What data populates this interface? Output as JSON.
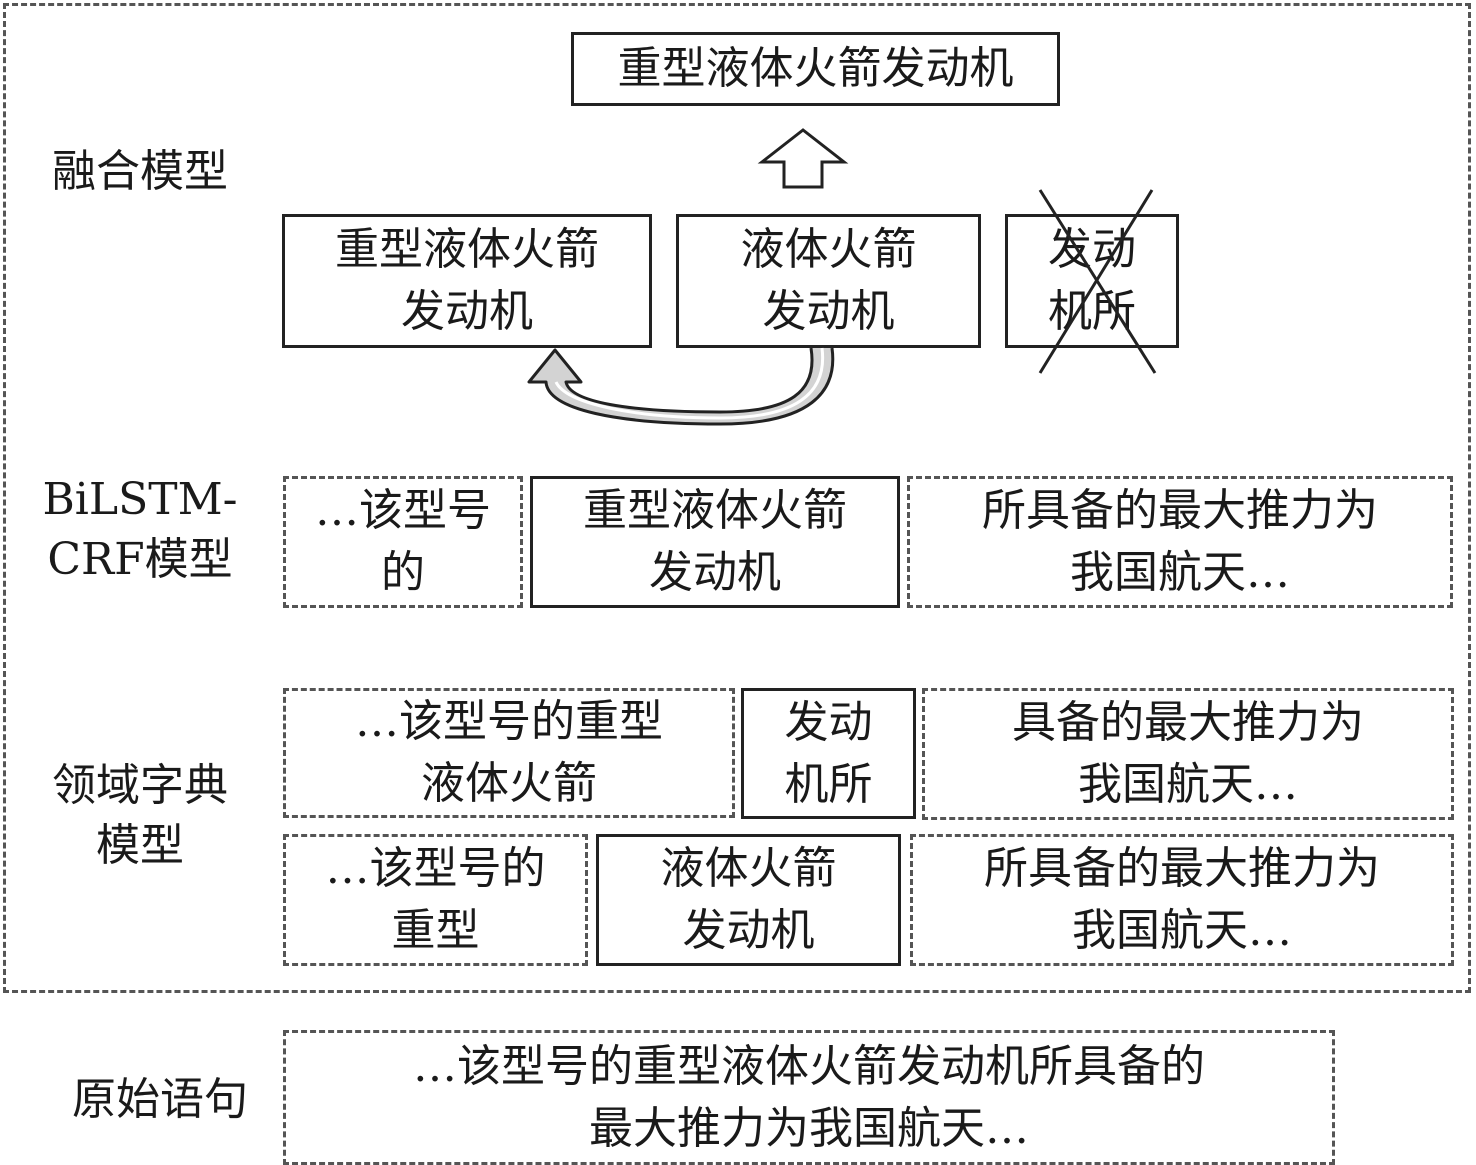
{
  "sections": {
    "fusion": {
      "label": "融合模型",
      "output": "重型液体火箭发动机",
      "candidates": [
        {
          "line1": "重型液体火箭",
          "line2": "发动机",
          "status": "kept"
        },
        {
          "line1": "液体火箭",
          "line2": "发动机",
          "status": "merged"
        },
        {
          "line1": "发动",
          "line2": "机所",
          "status": "rejected"
        }
      ]
    },
    "bilstm": {
      "label_line1": "BiLSTM-",
      "label_line2": "CRF模型",
      "segments": [
        {
          "line1": "…该型号",
          "line2": "的",
          "entity": false
        },
        {
          "line1": "重型液体火箭",
          "line2": "发动机",
          "entity": true
        },
        {
          "line1": "所具备的最大推力为",
          "line2": "我国航天…",
          "entity": false
        }
      ]
    },
    "dictionary": {
      "label_line1": "领域字典",
      "label_line2": "模型",
      "row1": [
        {
          "line1": "…该型号的重型",
          "line2": "液体火箭",
          "entity": false
        },
        {
          "line1": "发动",
          "line2": "机所",
          "entity": true
        },
        {
          "line1": "具备的最大推力为",
          "line2": "我国航天…",
          "entity": false
        }
      ],
      "row2": [
        {
          "line1": "…该型号的",
          "line2": "重型",
          "entity": false
        },
        {
          "line1": "液体火箭",
          "line2": "发动机",
          "entity": true
        },
        {
          "line1": "所具备的最大推力为",
          "line2": "我国航天…",
          "entity": false
        }
      ]
    },
    "original": {
      "label": "原始语句",
      "line1": "…该型号的重型液体火箭发动机所具备的",
      "line2": "最大推力为我国航天…"
    }
  },
  "icons": {
    "up_arrow": "hollow-up-arrow-icon",
    "curved_arrow": "curved-merge-arrow-icon",
    "cross": "x-cross-icon"
  },
  "colors": {
    "stroke": "#222222",
    "dash": "#555555",
    "arrow_fill": "#d3d3d3"
  }
}
